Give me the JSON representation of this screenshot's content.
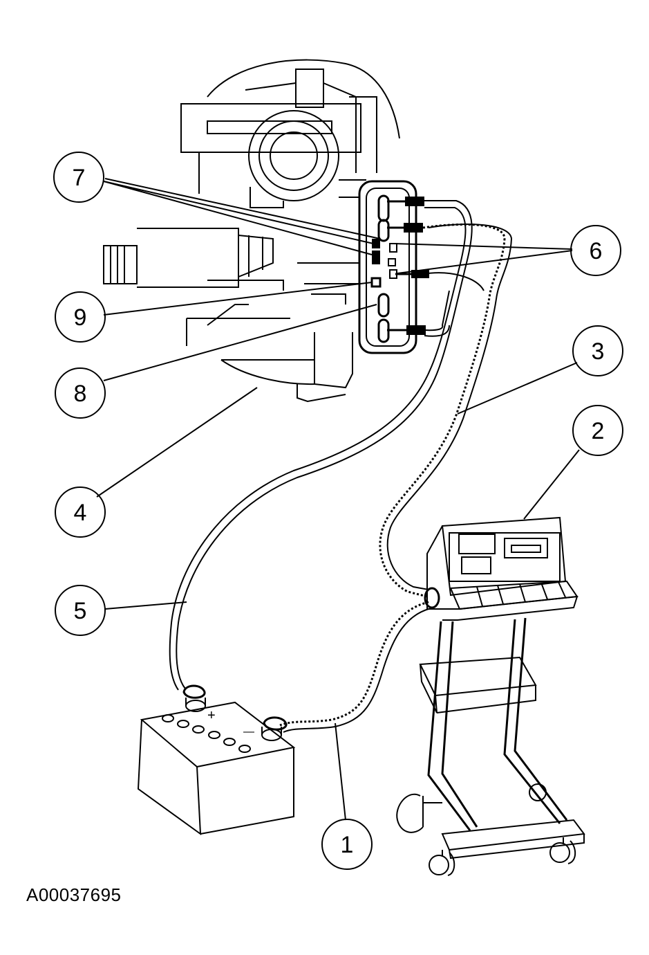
{
  "callouts": {
    "c1": "1",
    "c2": "2",
    "c3": "3",
    "c4": "4",
    "c5": "5",
    "c6": "6",
    "c7": "7",
    "c8": "8",
    "c9": "9"
  },
  "battery": {
    "plus_label": "+",
    "minus_label": "—"
  },
  "figure_id": "A00037695"
}
